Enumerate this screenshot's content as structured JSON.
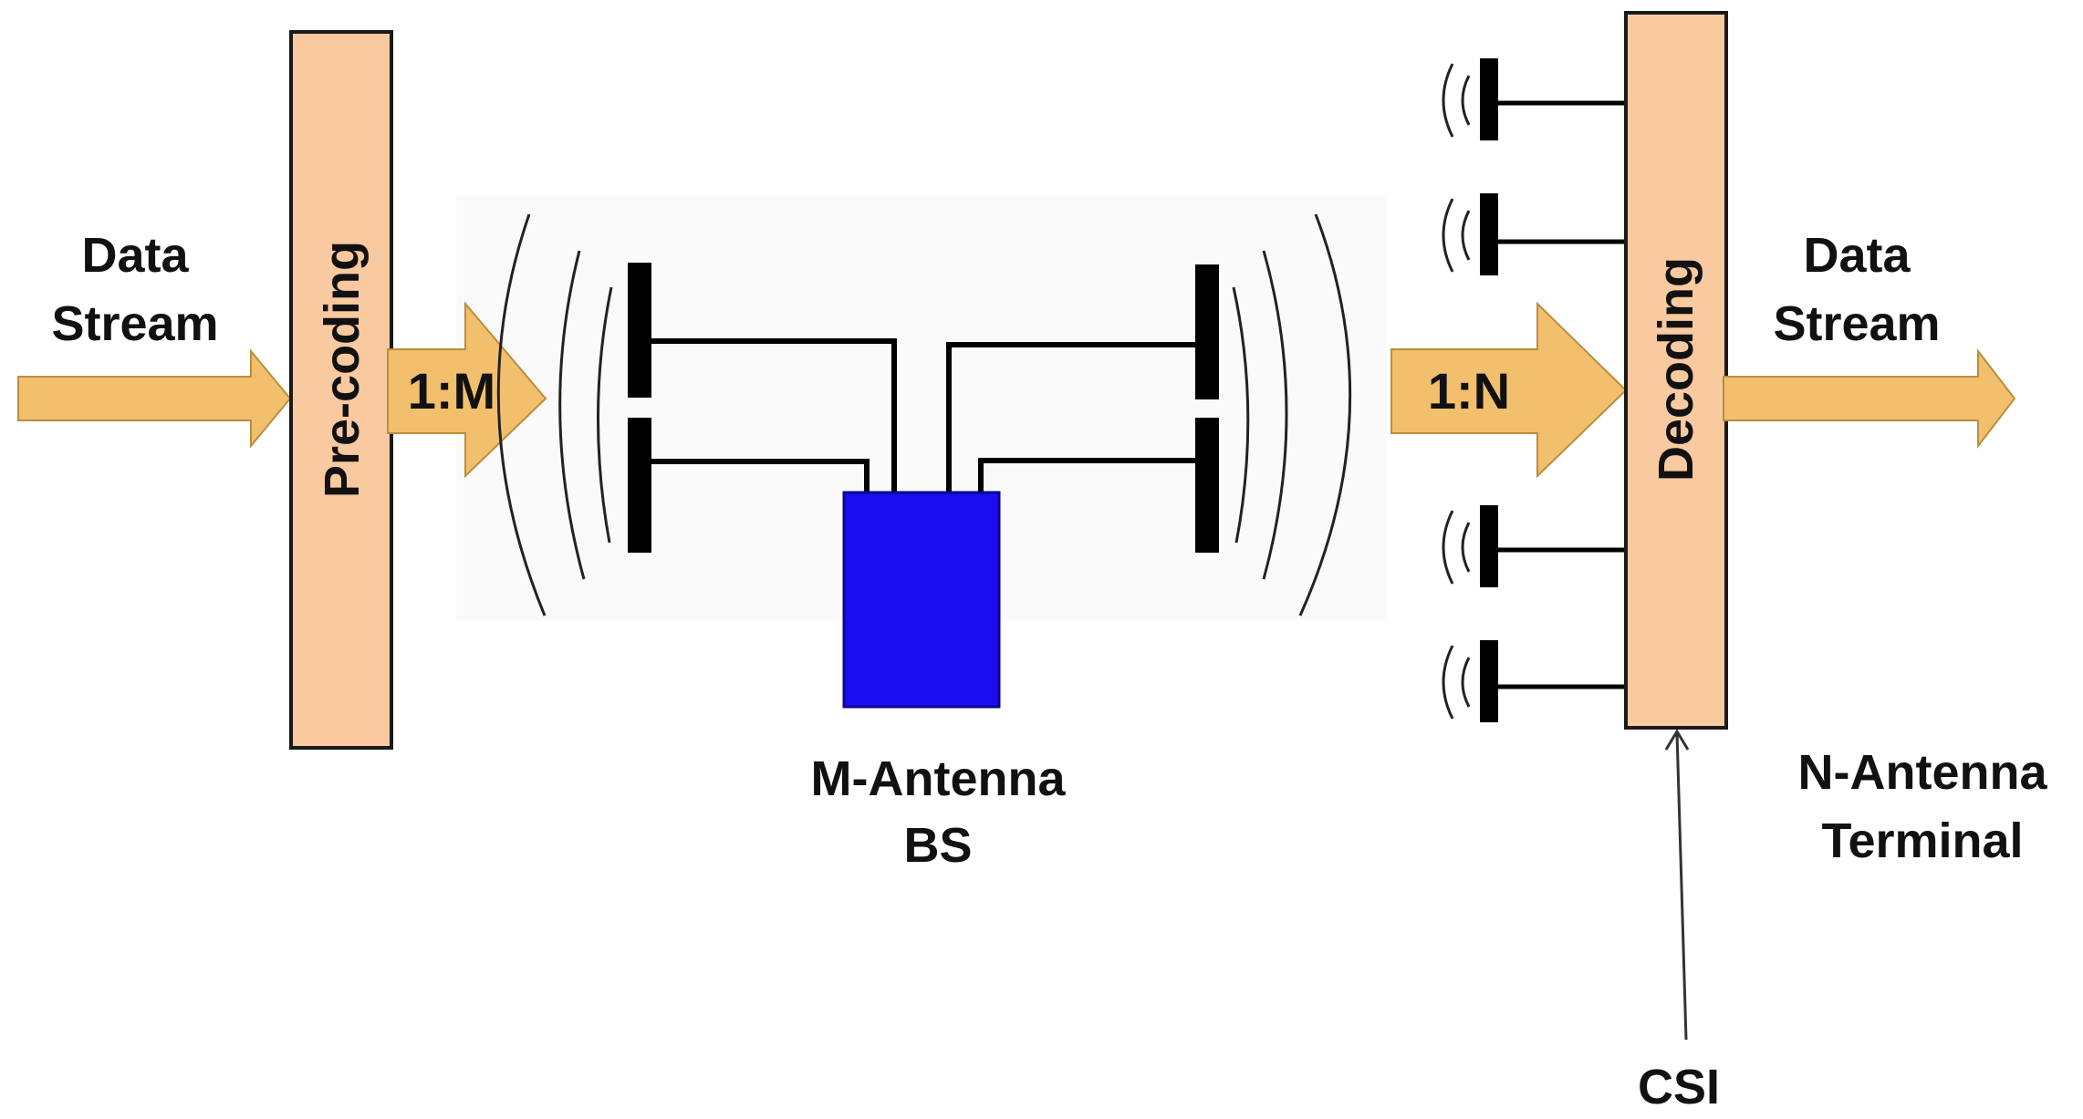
{
  "labels": {
    "input_stream_line1": "Data",
    "input_stream_line2": "Stream",
    "output_stream_line1": "Data",
    "output_stream_line2": "Stream",
    "precoding": "Pre-coding",
    "decoding": "Decoding",
    "ratio_m": "1:M",
    "ratio_n": "1:N",
    "bs_line1": "M-Antenna",
    "bs_line2": "BS",
    "terminal_line1": "N-Antenna",
    "terminal_line2": "Terminal",
    "csi": "CSI"
  },
  "colors": {
    "block_fill": "#f9c9a0",
    "arrow_fill": "#f2bf6c",
    "bs_fill": "#1c0cf0",
    "line": "#000000"
  }
}
